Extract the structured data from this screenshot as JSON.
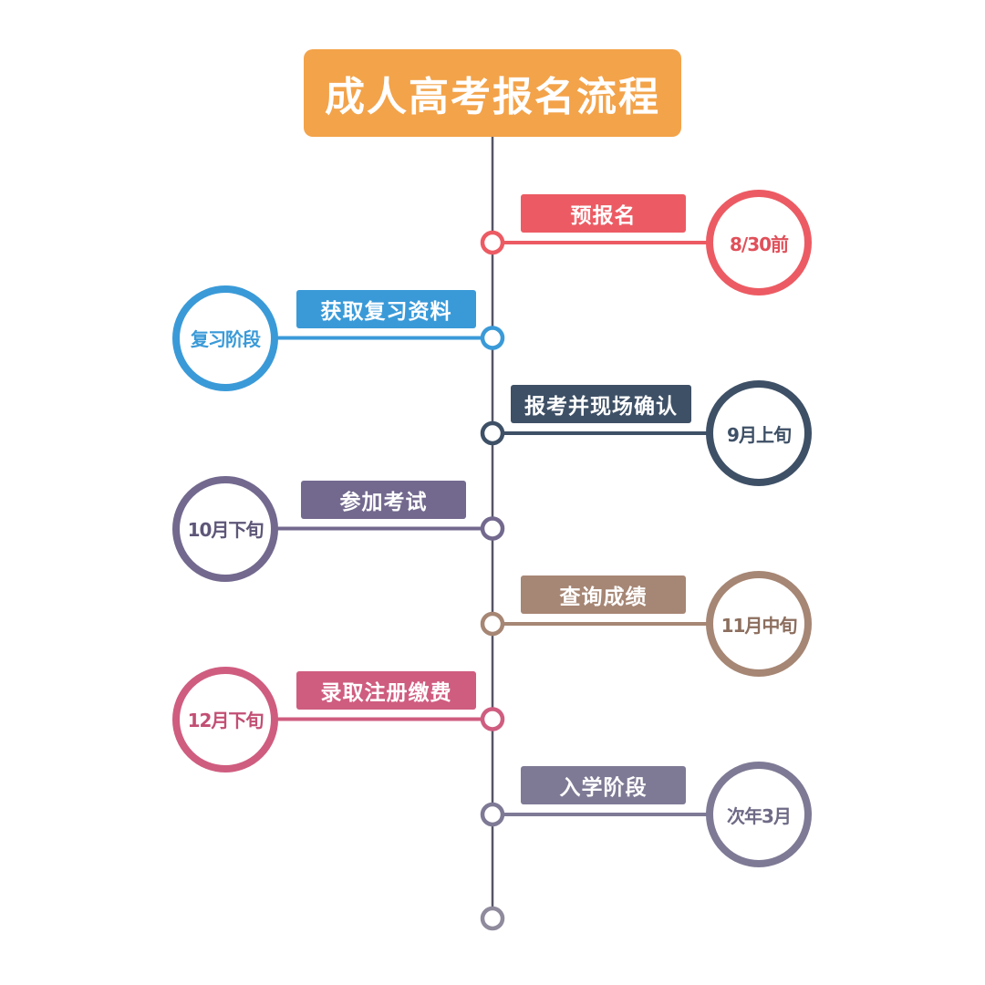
{
  "title": {
    "text": "成人高考报名流程",
    "color": "#F3A34A"
  },
  "timeline": {
    "line_color": "#555566",
    "end_node_color": "#8F8A9C"
  },
  "stages": [
    {
      "label": "预报名",
      "circle_text": "8/30前",
      "side": "right",
      "color": "#EC5B63",
      "circle_text_color": "#E0505A"
    },
    {
      "label": "获取复习资料",
      "circle_text": "复习阶段",
      "side": "left",
      "color": "#3A9AD8",
      "circle_text_color": "#3A9AD8"
    },
    {
      "label": "报考并现场确认",
      "circle_text": "9月上旬",
      "side": "right",
      "color": "#3E5066",
      "circle_text_color": "#3E5066"
    },
    {
      "label": "参加考试",
      "circle_text": "10月下旬",
      "side": "left",
      "color": "#73698E",
      "circle_text_color": "#5E5678"
    },
    {
      "label": "查询成绩",
      "circle_text": "11月中旬",
      "side": "right",
      "color": "#A68674",
      "circle_text_color": "#8C6E5E"
    },
    {
      "label": "录取注册缴费",
      "circle_text": "12月下旬",
      "side": "left",
      "color": "#CF5D80",
      "circle_text_color": "#C24F74"
    },
    {
      "label": "入学阶段",
      "circle_text": "次年3月",
      "side": "right",
      "color": "#7E7A95",
      "circle_text_color": "#6E6A86"
    }
  ]
}
